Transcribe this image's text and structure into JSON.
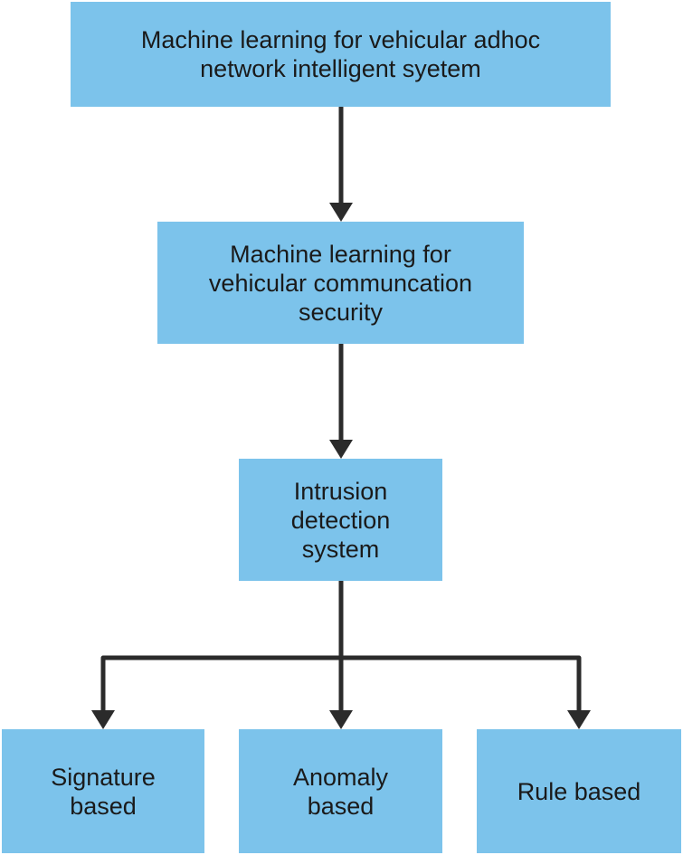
{
  "diagram": {
    "colors": {
      "node_fill": "#7cc3eb",
      "connector": "#2b2b2b",
      "text": "#1a1a1a"
    },
    "nodes": {
      "top": "Machine learning for vehicular adhoc\nnetwork intelligent syetem",
      "security": "Machine learning for\nvehicular communcation\nsecurity",
      "ids": "Intrusion\ndetection\nsystem",
      "signature": "Signature\nbased",
      "anomaly": "Anomaly\nbased",
      "rule": "Rule based"
    }
  }
}
